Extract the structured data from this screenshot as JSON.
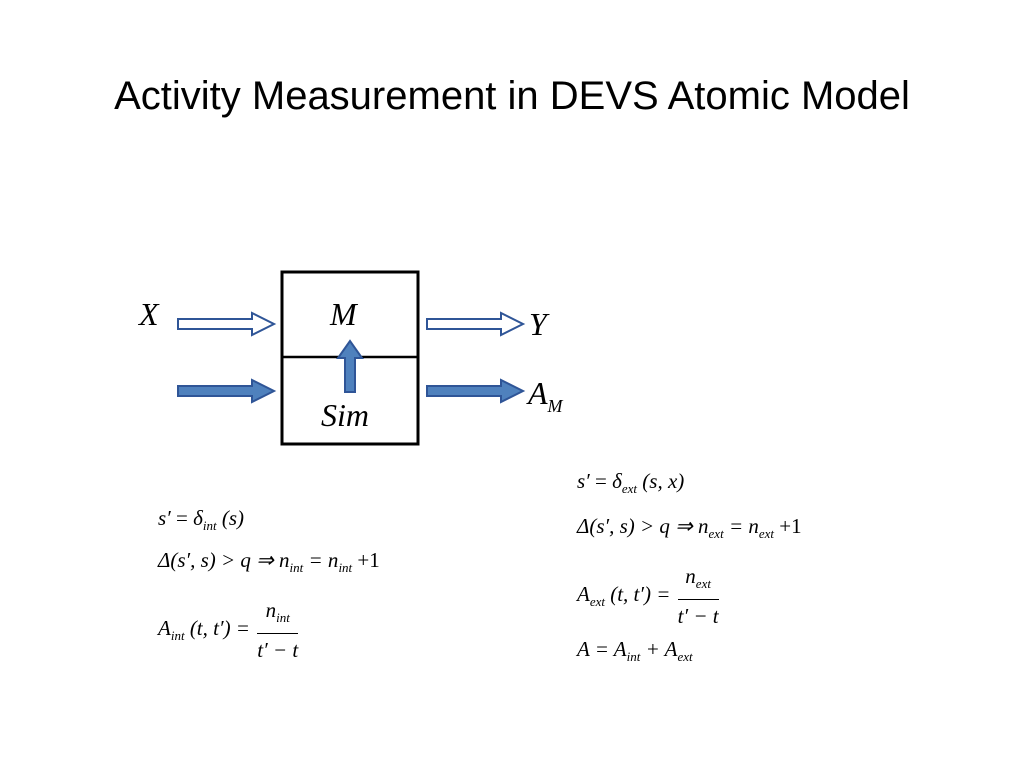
{
  "slide": {
    "title": "Activity Measurement in DEVS Atomic Model"
  },
  "diagram": {
    "input_label": "X",
    "output_label": "Y",
    "model_label": "M",
    "sim_label": "Sim",
    "activity_label_main": "A",
    "activity_label_sub": "M",
    "colors": {
      "arrow_fill": "#4f81bd",
      "arrow_stroke": "#2f5597",
      "hollow_fill": "#ffffff",
      "box_stroke": "#000000"
    }
  },
  "equations_int": {
    "line1": {
      "lhs": "s′",
      "op": "=",
      "sym": "δ",
      "sub": "int",
      "args": "(s)"
    },
    "line2": {
      "text": "Δ(s′, s) > q ⇒ n",
      "sub": "int",
      "mid": "= n",
      "sub2": "int",
      "tail": "+1"
    },
    "line3": {
      "lhs": "A",
      "sub": "int",
      "args": "(t, t′) =",
      "num": "n",
      "num_sub": "int",
      "den": "t′ − t"
    }
  },
  "equations_ext": {
    "line1": {
      "lhs": "s′",
      "op": "=",
      "sym": "δ",
      "sub": "ext",
      "args": "(s, x)"
    },
    "line2": {
      "text": "Δ(s′, s) > q ⇒ n",
      "sub": "ext",
      "mid": "= n",
      "sub2": "ext",
      "tail": "+1"
    },
    "line3": {
      "lhs": "A",
      "sub": "ext",
      "args": "(t, t′) =",
      "num": "n",
      "num_sub": "ext",
      "den": "t′ − t"
    },
    "line4": {
      "lhs": "A = A",
      "sub": "int",
      "mid": "+ A",
      "sub2": "ext"
    }
  }
}
